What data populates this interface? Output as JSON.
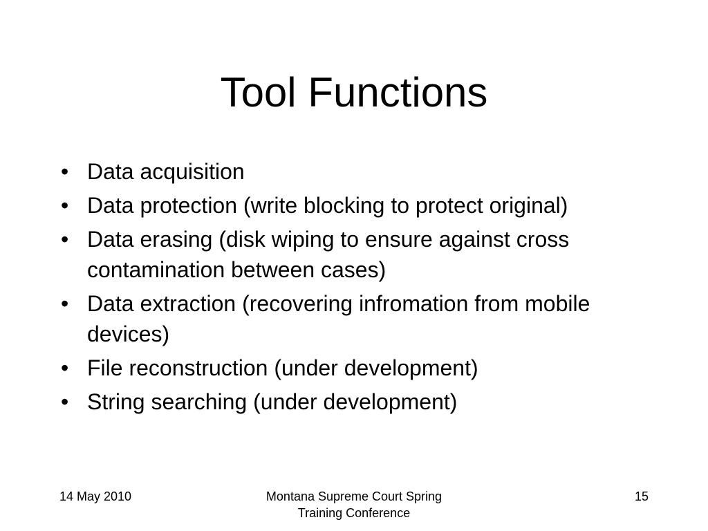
{
  "slide": {
    "title": "Tool Functions",
    "bullets": [
      "Data acquisition",
      "Data protection (write blocking to protect original)",
      "Data erasing (disk wiping to ensure against cross contamination between cases)",
      "Data extraction (recovering infromation from mobile devices)",
      "File reconstruction (under development)",
      "String searching (under development)"
    ],
    "bullet_glyph": "•"
  },
  "footer": {
    "date": "14 May 2010",
    "center_line1": "Montana Supreme Court Spring",
    "center_line2": "Training Conference",
    "page_number": "15"
  }
}
